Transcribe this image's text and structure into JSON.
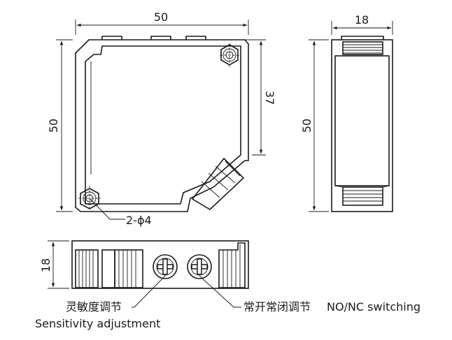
{
  "dimensions": {
    "front_width": "50",
    "front_height": "50",
    "front_upper_height": "37",
    "side_width": "18",
    "side_height": "50",
    "bottom_height": "18",
    "hole_spec": "2-ϕ4"
  },
  "labels": {
    "sensitivity_cn": "灵敏度调节",
    "sensitivity_en": "Sensitivity adjustment",
    "nonc_cn": "常开常闭调节",
    "nonc_en": "NO/NC switching"
  }
}
